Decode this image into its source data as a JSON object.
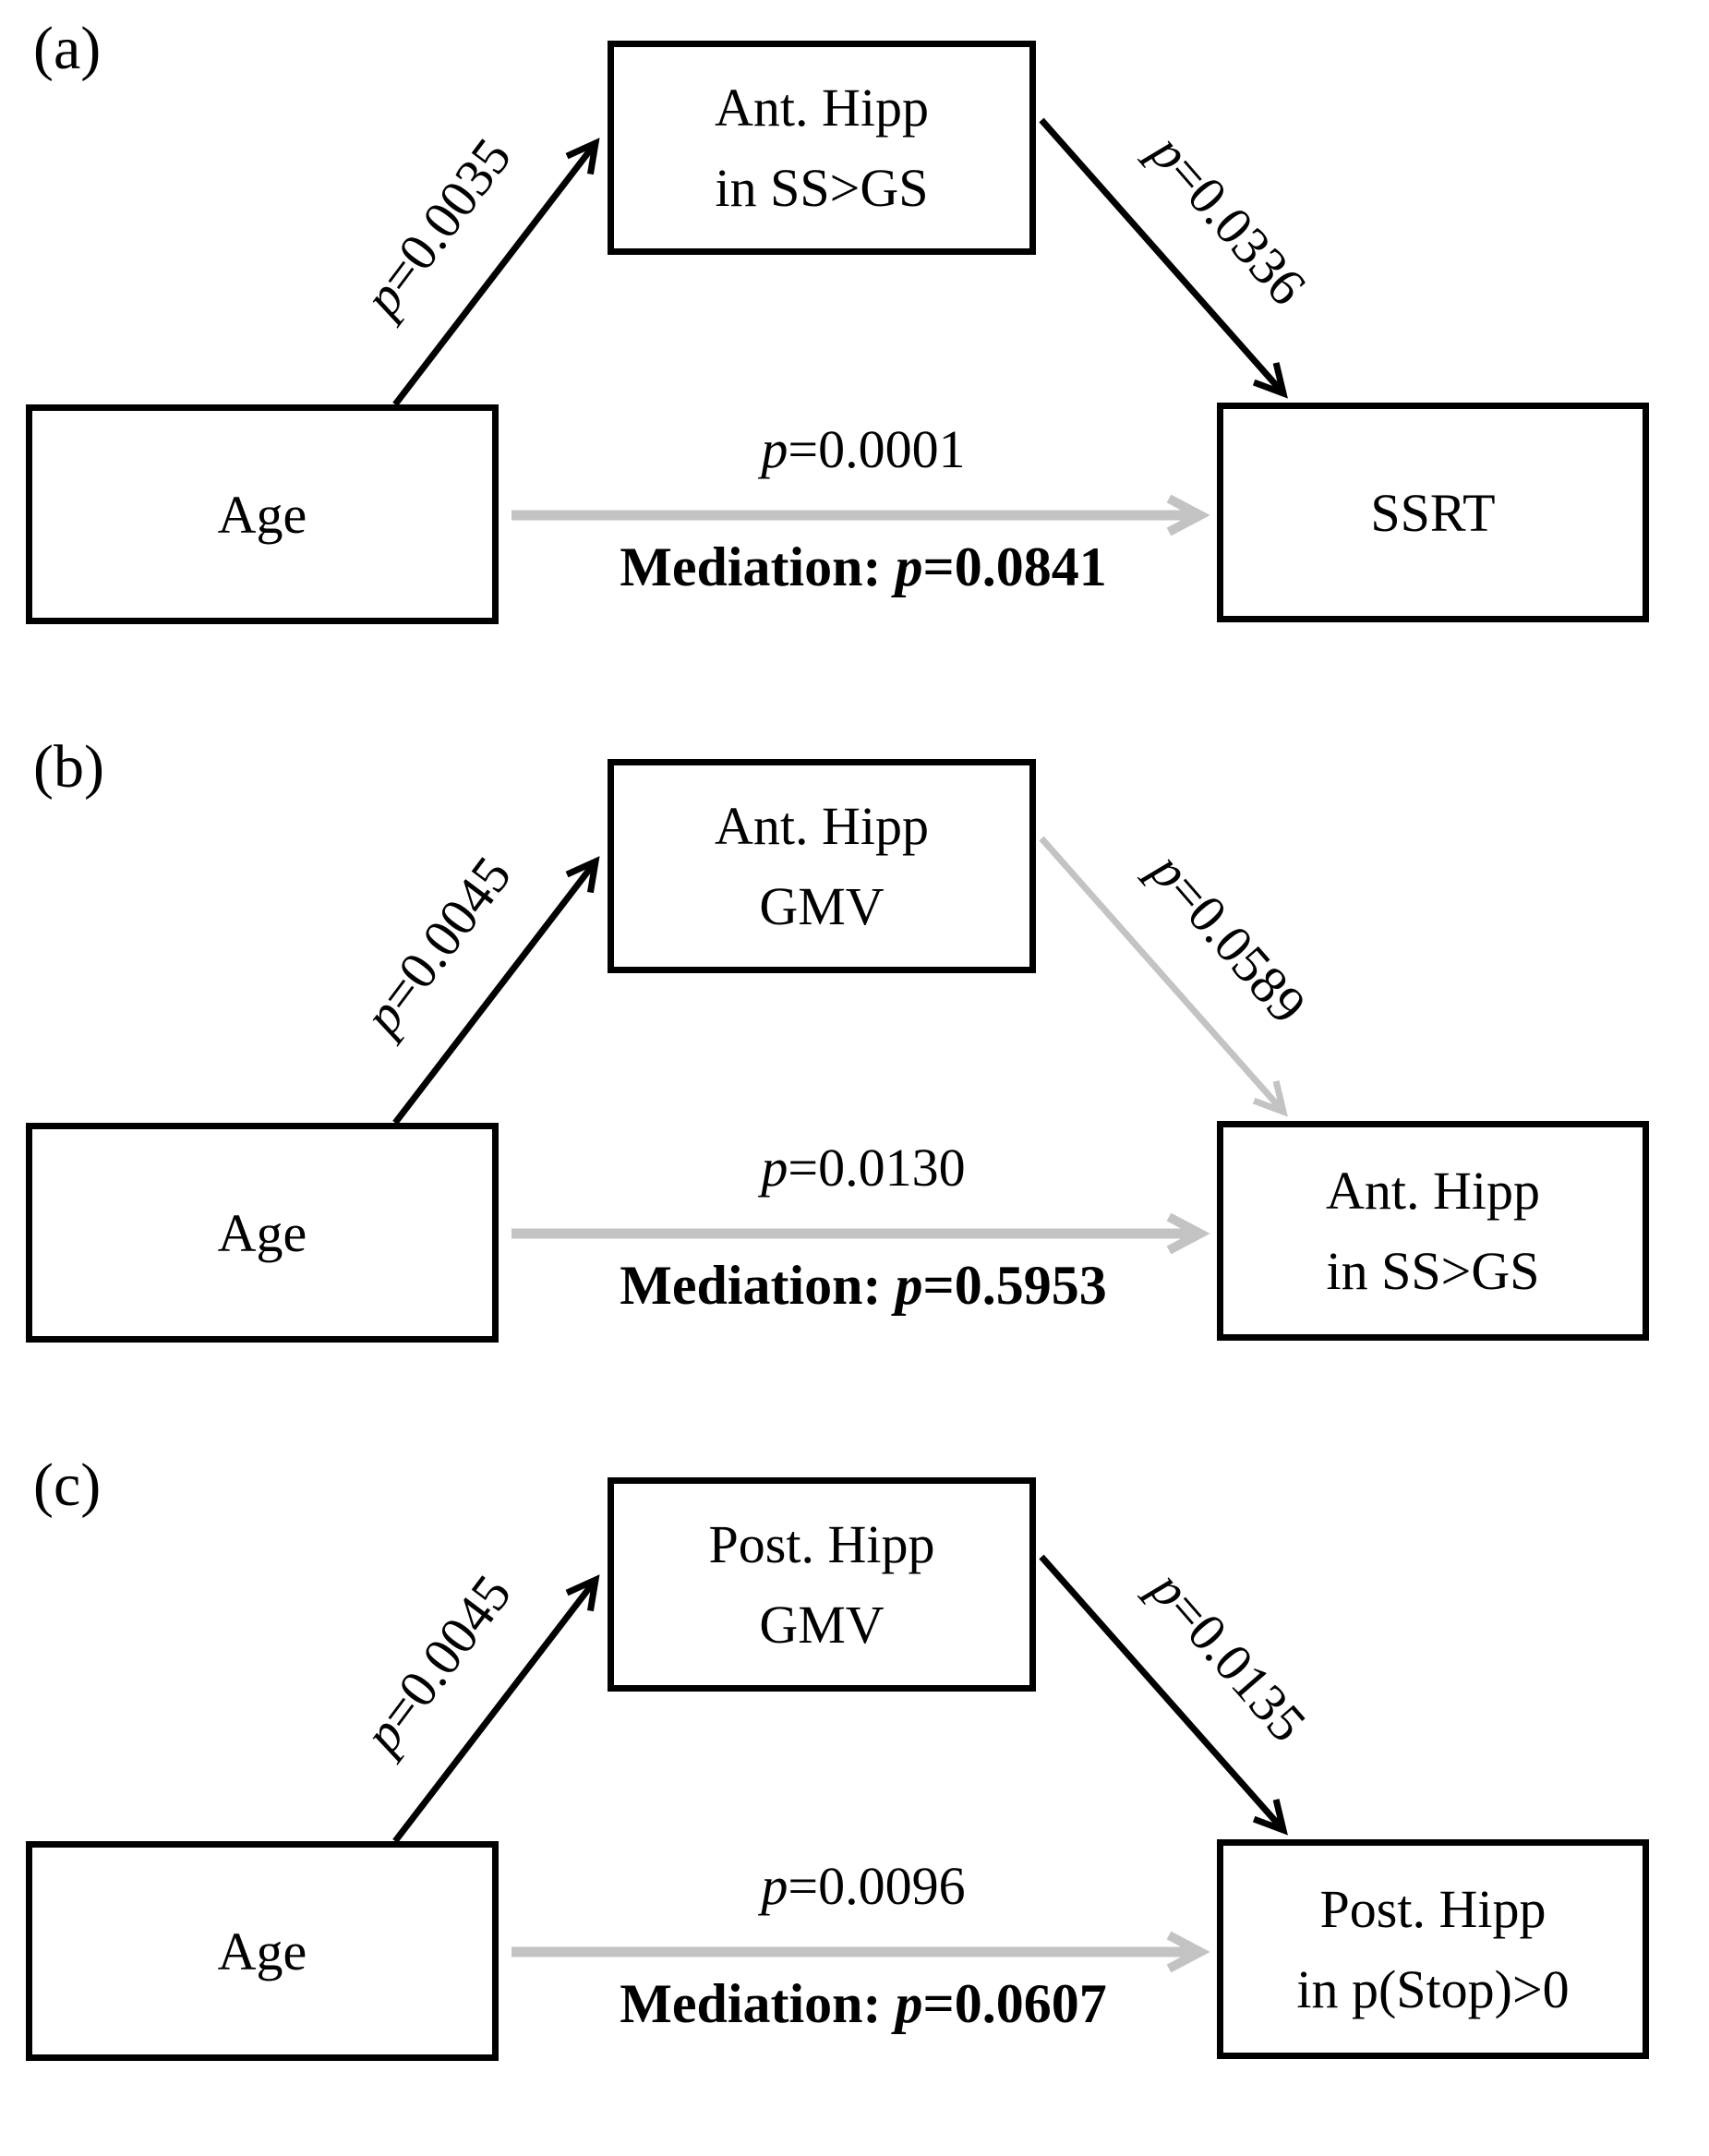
{
  "figure": {
    "background": "#ffffff",
    "colors": {
      "black": "#000000",
      "gray": "#c3c3c3"
    },
    "panels": [
      {
        "label": "(a)",
        "predictor": {
          "line1": "Age",
          "line2": ""
        },
        "mediator": {
          "line1": "Ant. Hipp",
          "line2": "in SS>GS"
        },
        "outcome": {
          "line1": "SSRT",
          "line2": ""
        },
        "path_to_mediator": {
          "p": "p",
          "value": "=0.0035",
          "stroke": "#000000",
          "marker": "url(#ah-black)"
        },
        "path_from_mediator": {
          "p": "p",
          "value": "=0.0336",
          "stroke": "#000000",
          "marker": "url(#ah-black)"
        },
        "direct_path": {
          "p": "p",
          "value": "=0.0001",
          "stroke": "#c3c3c3",
          "marker": "url(#ah-gray-h)"
        },
        "mediation": {
          "prefix": "Mediation: ",
          "p": "p",
          "value": "=0.0841"
        }
      },
      {
        "label": "(b)",
        "predictor": {
          "line1": "Age",
          "line2": ""
        },
        "mediator": {
          "line1": "Ant. Hipp",
          "line2": "GMV"
        },
        "outcome": {
          "line1": "Ant. Hipp",
          "line2": "in SS>GS"
        },
        "path_to_mediator": {
          "p": "p",
          "value": "=0.0045",
          "stroke": "#000000",
          "marker": "url(#ah-black)"
        },
        "path_from_mediator": {
          "p": "p",
          "value": "=0.0589",
          "stroke": "#c3c3c3",
          "marker": "url(#ah-gray-d)"
        },
        "direct_path": {
          "p": "p",
          "value": "=0.0130",
          "stroke": "#c3c3c3",
          "marker": "url(#ah-gray-h)"
        },
        "mediation": {
          "prefix": "Mediation: ",
          "p": "p",
          "value": "=0.5953"
        }
      },
      {
        "label": "(c)",
        "predictor": {
          "line1": "Age",
          "line2": ""
        },
        "mediator": {
          "line1": "Post. Hipp",
          "line2": "GMV"
        },
        "outcome": {
          "line1": "Post. Hipp",
          "line2": "in p(Stop)>0"
        },
        "path_to_mediator": {
          "p": "p",
          "value": "=0.0045",
          "stroke": "#000000",
          "marker": "url(#ah-black)"
        },
        "path_from_mediator": {
          "p": "p",
          "value": "=0.0135",
          "stroke": "#000000",
          "marker": "url(#ah-black)"
        },
        "direct_path": {
          "p": "p",
          "value": "=0.0096",
          "stroke": "#c3c3c3",
          "marker": "url(#ah-gray-h)"
        },
        "mediation": {
          "prefix": "Mediation: ",
          "p": "p",
          "value": "=0.0607"
        }
      }
    ]
  }
}
